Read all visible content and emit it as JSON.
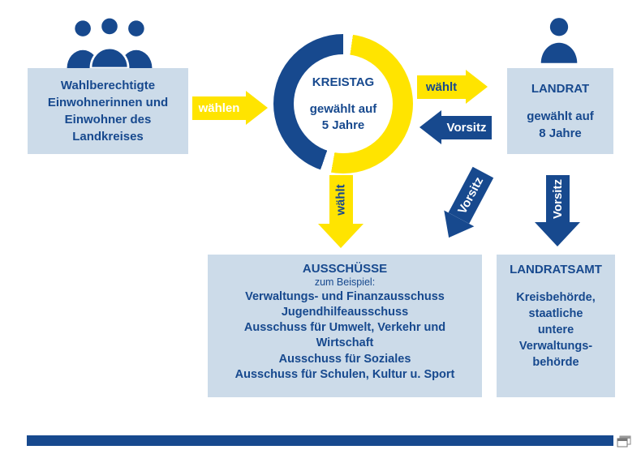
{
  "colors": {
    "navy": "#17498e",
    "yellow": "#ffe400",
    "boxbg": "#ccdbe9",
    "background": "#ffffff"
  },
  "voters_box": {
    "lines": [
      "Wahlberechtigte",
      "Einwohnerinnen und",
      "Einwohner des",
      "Landkreises"
    ]
  },
  "kreistag_ring": {
    "title": "KREISTAG",
    "line1": "gewählt auf",
    "line2": "5 Jahre"
  },
  "landrat_box": {
    "title": "LANDRAT",
    "line1": "gewählt auf",
    "line2": "8 Jahre"
  },
  "arrows": {
    "waehlen": "wählen",
    "waehlt_landrat": "wählt",
    "vorsitz_kreistag": "Vorsitz",
    "waehlt_ausschuesse": "wählt",
    "vorsitz_ausschuesse": "Vorsitz",
    "vorsitz_landratsamt": "Vorsitz"
  },
  "ausschuesse_box": {
    "title": "AUSSCHÜSSE",
    "subtitle": "zum Beispiel:",
    "items": [
      "Verwaltungs- und Finanzausschuss",
      "Jugendhilfeausschuss",
      "Ausschuss für Umwelt, Verkehr und Wirtschaft",
      "Ausschuss für Soziales",
      "Ausschuss für Schulen, Kultur u. Sport"
    ]
  },
  "landratsamt_box": {
    "title": "LANDRATSAMT",
    "lines": [
      "Kreisbehörde,",
      "staatliche",
      "untere",
      "Verwaltungs-",
      "behörde"
    ]
  },
  "icons": {
    "voters": "group-of-people-icon",
    "landrat": "person-icon",
    "corner": "window-icon"
  }
}
